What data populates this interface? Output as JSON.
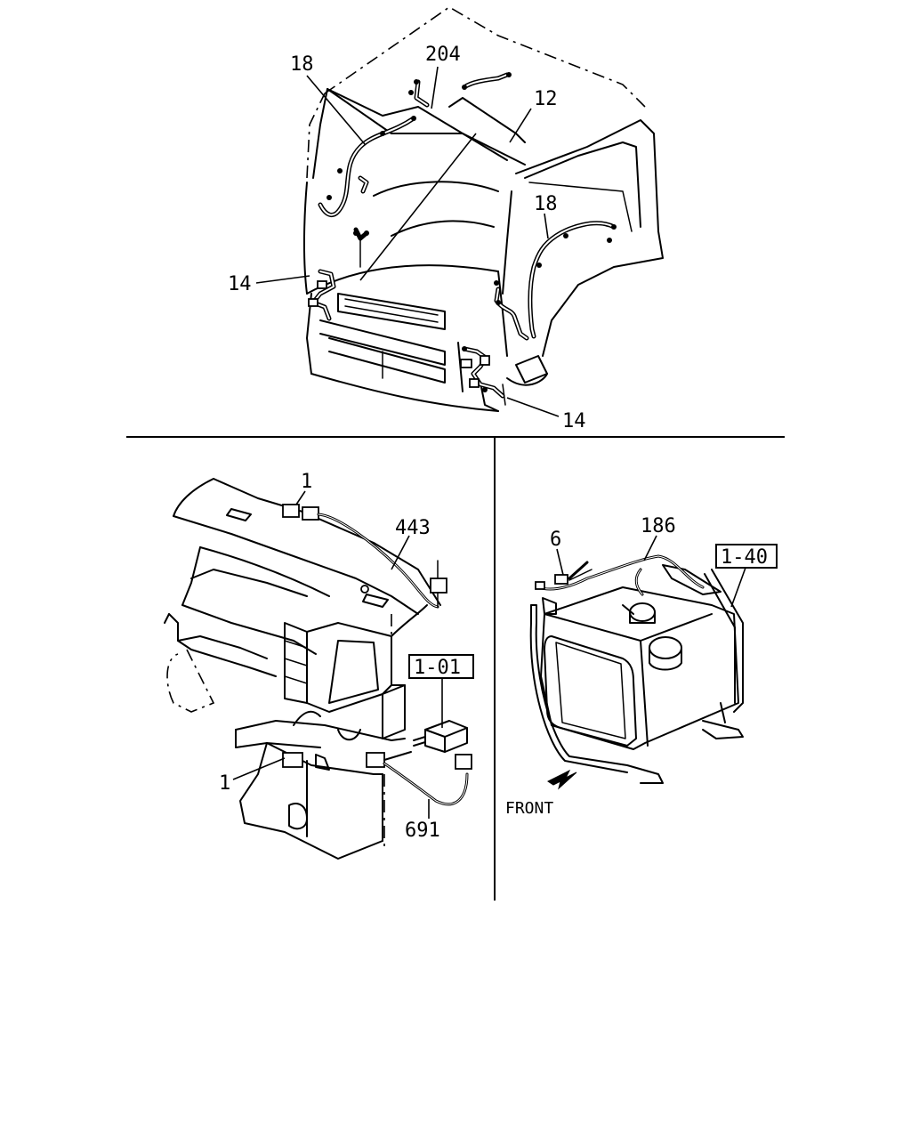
{
  "callouts": {
    "cab_harness_18_left": "18",
    "cab_harness_204": "204",
    "cab_harness_12": "12",
    "cab_harness_18_right": "18",
    "cab_harness_14_left": "14",
    "cab_harness_14_right": "14",
    "dash_connector_1_top": "1",
    "dash_harness_443": "443",
    "dash_ref_1_01": "1-01",
    "dash_connector_1_bottom": "1",
    "dash_harness_691": "691",
    "tank_clip_6": "6",
    "tank_harness_186": "186",
    "tank_ref_1_40": "1-40"
  },
  "front_label": "FRONT",
  "front_arrow_icon": "arrow-down-left-icon"
}
